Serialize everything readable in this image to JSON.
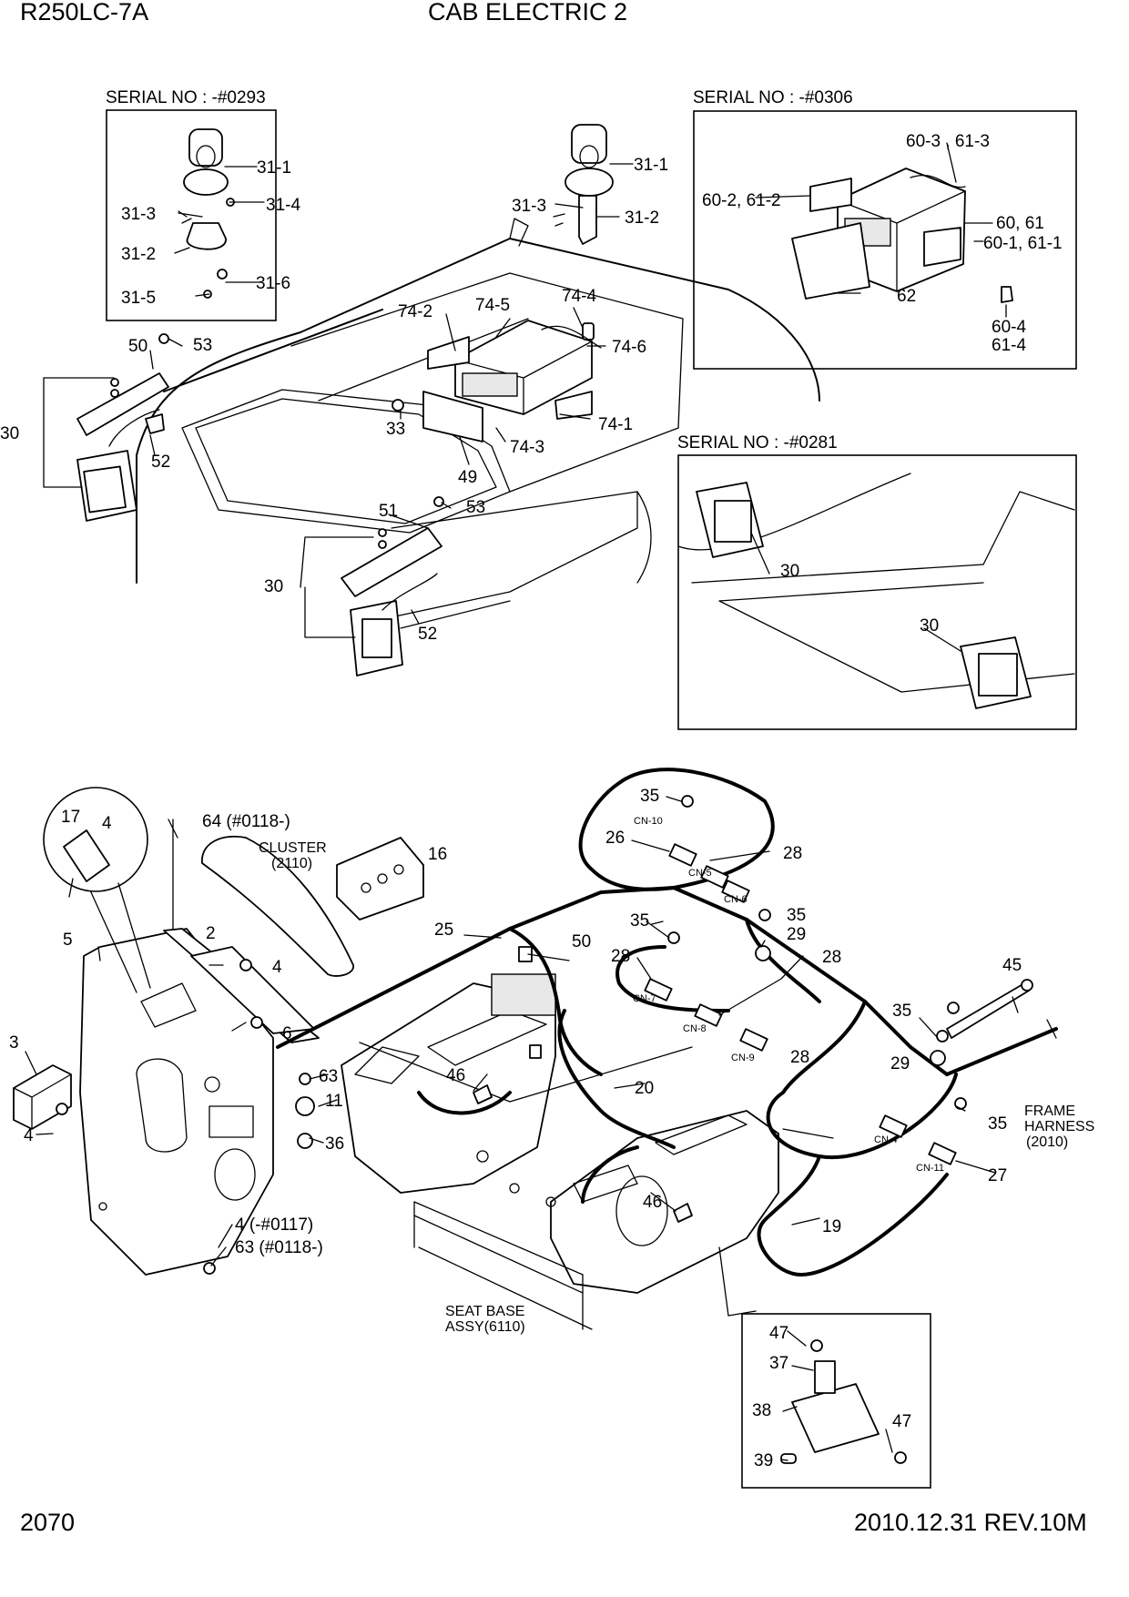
{
  "header": {
    "model": "R250LC-7A",
    "title": "CAB ELECTRIC 2"
  },
  "footer": {
    "page": "2070",
    "date_rev": "2010.12.31  REV.10M"
  },
  "notes": {
    "serial_0293": "SERIAL NO : -#0293",
    "serial_0306": "SERIAL NO : -#0306",
    "serial_0281": "SERIAL NO : -#0281",
    "cluster": "CLUSTER",
    "cluster_ref": "(2110)",
    "frame_harness_1": "FRAME",
    "frame_harness_2": "HARNESS",
    "frame_harness_3": "(2010)",
    "seat_base_1": "SEAT BASE",
    "seat_base_2": "ASSY(6110)"
  },
  "connectors": [
    "CN-10",
    "CN-5",
    "CN-6",
    "CN-7",
    "CN-8",
    "CN-9",
    "CN-4",
    "CN-11"
  ],
  "callouts": [
    "31-1",
    "31-3",
    "31-4",
    "31-2",
    "31-6",
    "31-5",
    "31-1",
    "31-3",
    "31-2",
    "60-3 , 61-3",
    "60-2, 61-2",
    "60, 61",
    "60-1, 61-1",
    "62",
    "60-4",
    "61-4",
    "74-2",
    "74-5",
    "74-4",
    "74-6",
    "33",
    "74-1",
    "74-3",
    "49",
    "50",
    "53",
    "30",
    "52",
    "51",
    "53",
    "30",
    "52",
    "30",
    "30",
    "35",
    "26",
    "28",
    "35",
    "29",
    "25",
    "50",
    "35",
    "28",
    "28",
    "45",
    "28",
    "35",
    "29",
    "35",
    "27",
    "20",
    "46",
    "46",
    "19",
    "17",
    "4",
    "64 (#0118-)",
    "16",
    "5",
    "2",
    "4",
    "6",
    "3",
    "63",
    "11",
    "36",
    "4",
    "4 (-#0117)",
    "63 (#0118-)",
    "47",
    "37",
    "38",
    "47",
    "39"
  ]
}
